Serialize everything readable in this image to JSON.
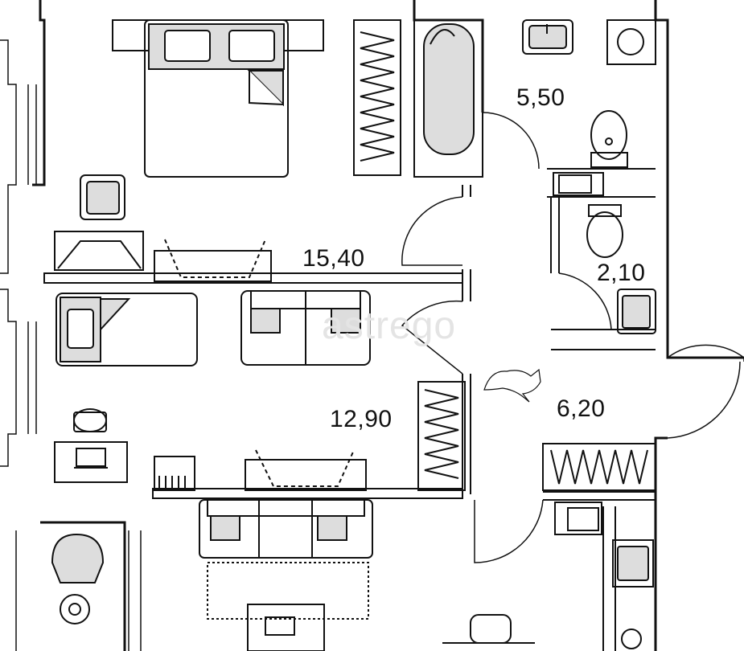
{
  "rooms": {
    "bedroom_area": "15,40",
    "bathroom_area": "5,50",
    "toilet_area": "2,10",
    "hallway_area": "6,20",
    "living_area": "12,90"
  },
  "watermark": "astrego",
  "colors": {
    "wall": "#111111",
    "furniture_fill": "#dddddd",
    "background": "#ffffff"
  }
}
